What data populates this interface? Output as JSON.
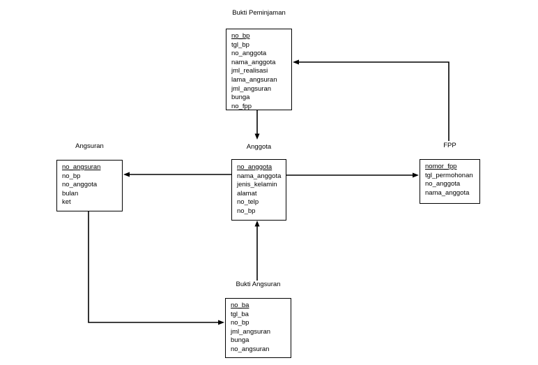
{
  "diagram": {
    "background_color": "#ffffff",
    "line_color": "#000000",
    "entities": [
      {
        "title": "Bukti Peminjaman",
        "primary_key": "no_bp",
        "fields": [
          "no_bp",
          "tgl_bp",
          "no_anggota",
          "nama_anggota",
          "jml_realisasi",
          "lama_angsuran",
          "jml_angsuran",
          "bunga",
          "no_fpp"
        ]
      },
      {
        "title": "Angsuran",
        "primary_key": "no_angsuran",
        "fields": [
          "no_angsuran",
          "no_bp",
          "no_anggota",
          "bulan",
          "ket"
        ]
      },
      {
        "title": "Anggota",
        "primary_key": "no_anggota",
        "fields": [
          "no_anggota",
          "nama_anggota",
          "jenis_kelamin",
          "alamat",
          "no_telp",
          "no_bp"
        ]
      },
      {
        "title": "FPP",
        "primary_key": "nomor_fpp",
        "fields": [
          "nomor_fpp",
          "tgl_permohonan",
          "no_anggota",
          "nama_anggota"
        ]
      },
      {
        "title": "Bukti Angsuran",
        "primary_key": "no_ba",
        "fields": [
          "no_ba",
          "tgl_ba",
          "no_bp",
          "jml_angsuran",
          "bunga",
          "no_angsuran"
        ]
      }
    ],
    "relationships": [
      "Bukti Peminjaman -> Anggota",
      "FPP -> Bukti Peminjaman",
      "Anggota -> FPP",
      "Anggota -> Angsuran",
      "Bukti Angsuran -> Anggota",
      "Angsuran -> Bukti Angsuran"
    ]
  }
}
